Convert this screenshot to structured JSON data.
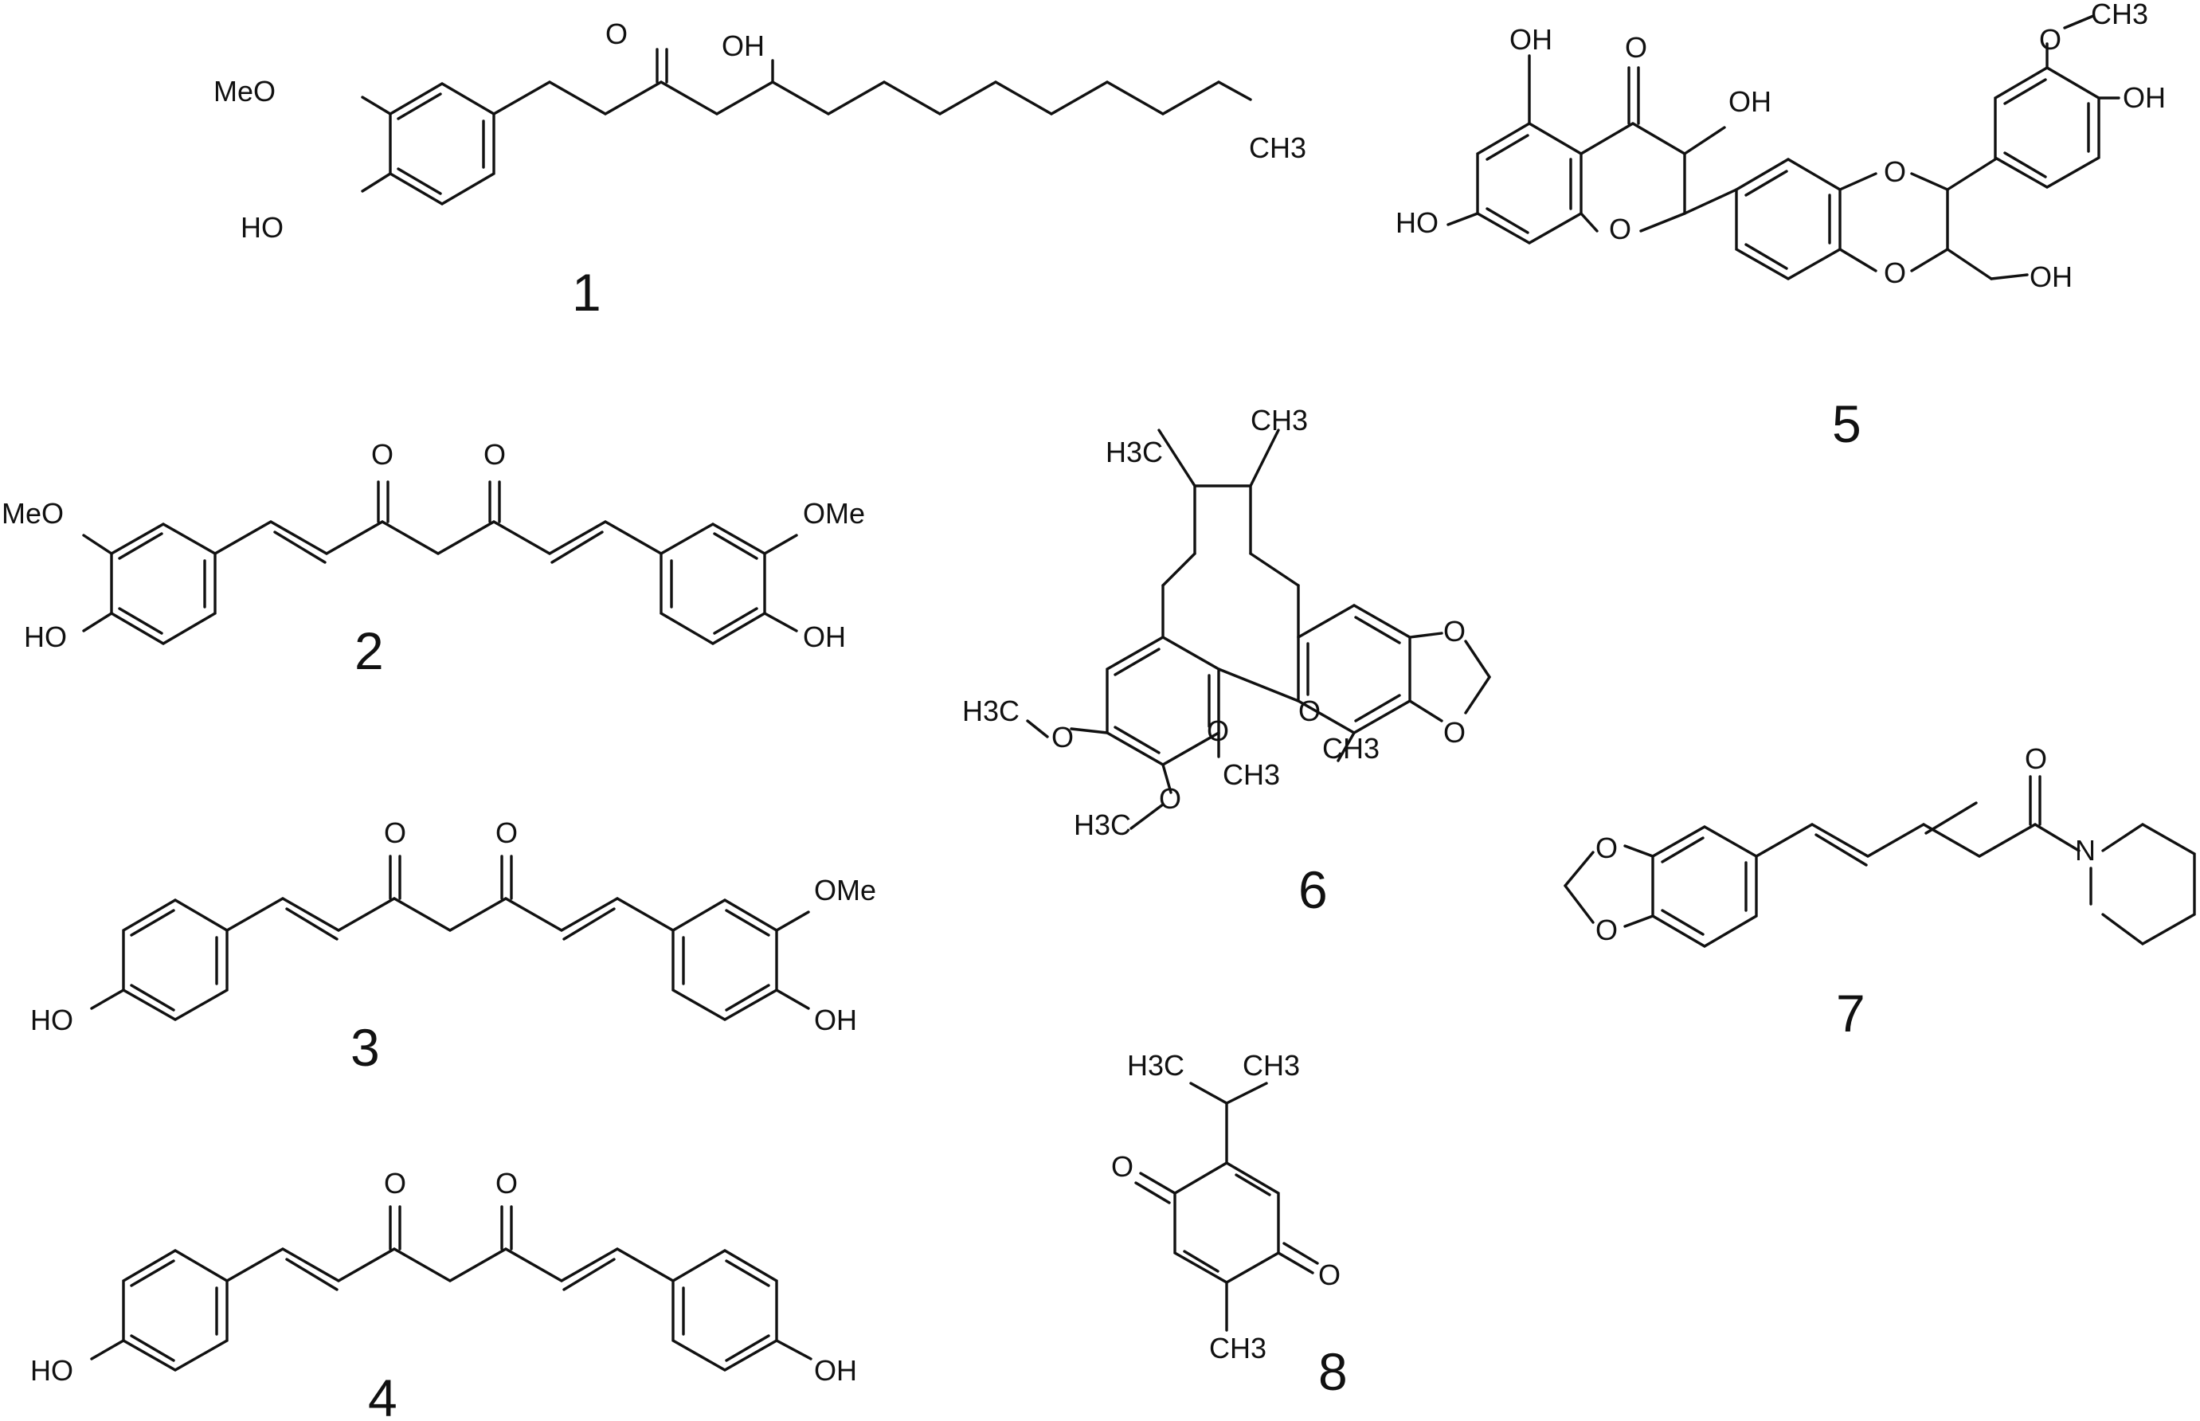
{
  "figure": {
    "compounds": [
      {
        "id": "c1",
        "number": "1",
        "labels": [
          "MeO",
          "HO",
          "O",
          "OH",
          "CH3"
        ]
      },
      {
        "id": "c2",
        "number": "2",
        "labels": [
          "MeO",
          "HO",
          "O",
          "O",
          "OMe",
          "OH"
        ]
      },
      {
        "id": "c3",
        "number": "3",
        "labels": [
          "HO",
          "O",
          "O",
          "OMe",
          "OH"
        ]
      },
      {
        "id": "c4",
        "number": "4",
        "labels": [
          "HO",
          "O",
          "O",
          "OH"
        ]
      },
      {
        "id": "c5",
        "number": "5",
        "labels": [
          "OH",
          "O",
          "OH",
          "HO",
          "O",
          "O",
          "O",
          "CH3",
          "OH",
          "OH"
        ]
      },
      {
        "id": "c6",
        "number": "6",
        "labels": [
          "H3C",
          "CH3",
          "H3C",
          "O",
          "O",
          "CH3",
          "O",
          "CH3",
          "H3C",
          "O",
          "O",
          "O"
        ]
      },
      {
        "id": "c7",
        "number": "7",
        "labels": [
          "O",
          "O",
          "O",
          "N"
        ]
      },
      {
        "id": "c8",
        "number": "8",
        "labels": [
          "H3C",
          "CH3",
          "O",
          "O",
          "CH3"
        ]
      }
    ]
  }
}
